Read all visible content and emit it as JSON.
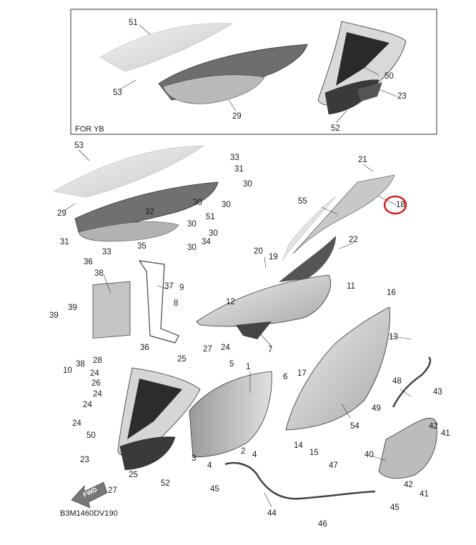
{
  "diagram": {
    "inset_label": "FOR YB",
    "code": "B3M1460DV190",
    "fwd_label": "FWD",
    "highlight_color": "#d42020",
    "highlighted_part": "18",
    "callouts": [
      "51",
      "53",
      "29",
      "50",
      "23",
      "52",
      "33",
      "31",
      "30",
      "30",
      "30",
      "32",
      "30",
      "30",
      "30",
      "34",
      "51",
      "53",
      "29",
      "31",
      "33",
      "36",
      "35",
      "37",
      "38",
      "39",
      "39",
      "38",
      "10",
      "9",
      "8",
      "12",
      "11",
      "20",
      "19",
      "55",
      "21",
      "18",
      "22",
      "7",
      "16",
      "13",
      "36",
      "25",
      "27",
      "24",
      "28",
      "24",
      "26",
      "24",
      "24",
      "24",
      "50",
      "23",
      "5",
      "1",
      "6",
      "17",
      "25",
      "27",
      "3",
      "4",
      "2",
      "4",
      "14",
      "15",
      "54",
      "48",
      "43",
      "49",
      "42",
      "41",
      "40",
      "42",
      "41",
      "47",
      "45",
      "44",
      "45",
      "46",
      "52"
    ]
  }
}
